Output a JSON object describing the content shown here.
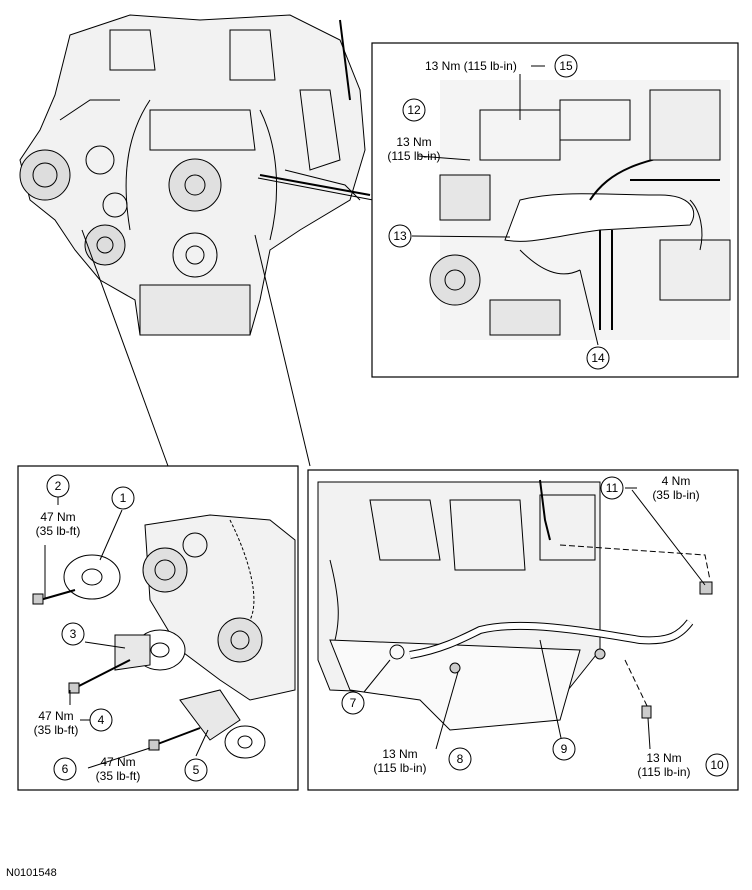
{
  "figure_id": "N0101548",
  "callouts": [
    {
      "num": "1"
    },
    {
      "num": "2",
      "torque": "47 Nm",
      "torque_alt": "(35 lb-ft)"
    },
    {
      "num": "3"
    },
    {
      "num": "4",
      "torque": "47 Nm",
      "torque_alt": "(35 lb-ft)"
    },
    {
      "num": "5"
    },
    {
      "num": "6",
      "torque": "47 Nm",
      "torque_alt": "(35 lb-ft)"
    },
    {
      "num": "7"
    },
    {
      "num": "8",
      "torque": "13 Nm",
      "torque_alt": "(115 lb-in)"
    },
    {
      "num": "9"
    },
    {
      "num": "10",
      "torque": "13 Nm",
      "torque_alt": "(115 lb-in)"
    },
    {
      "num": "11",
      "torque": "4 Nm",
      "torque_alt": "(35 lb-in)"
    },
    {
      "num": "12",
      "torque": "13 Nm",
      "torque_alt": "(115 lb-in)"
    },
    {
      "num": "13"
    },
    {
      "num": "14"
    },
    {
      "num": "15",
      "torque": "13 Nm (115 lb-in)"
    }
  ]
}
